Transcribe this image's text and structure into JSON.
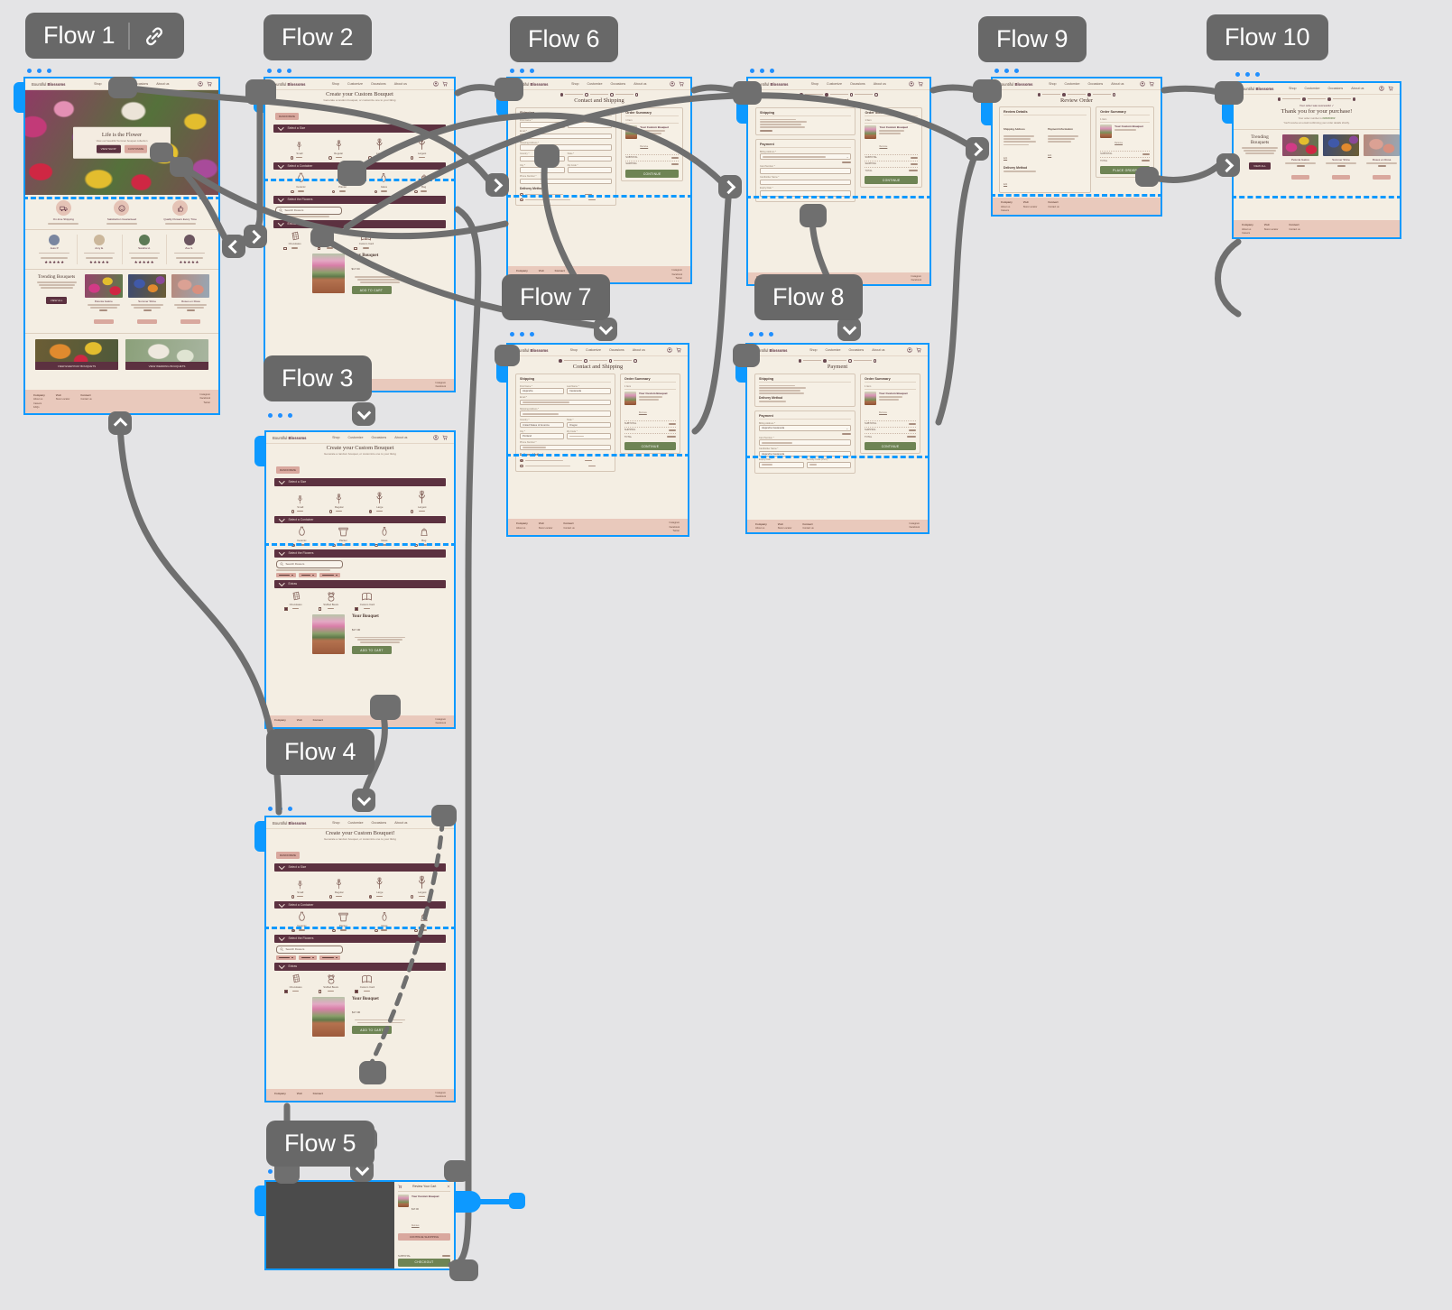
{
  "flows": {
    "f1": "Flow 1",
    "f2": "Flow 2",
    "f3": "Flow 3",
    "f4": "Flow 4",
    "f5": "Flow 5",
    "f6": "Flow 6",
    "f7": "Flow 7",
    "f8": "Flow 8",
    "f9": "Flow 9",
    "f10": "Flow 10"
  },
  "site": {
    "brand_first": "Bountiful",
    "brand_second": "Blossoms",
    "nav_shop": "Shop",
    "nav_customize": "Customize",
    "nav_occasions": "Occasions",
    "nav_about": "About us"
  },
  "footer": {
    "company": "Company",
    "about": "About us",
    "careers": "Careers",
    "faqs": "FAQs",
    "visit": "Visit",
    "store_locator": "Store Locator",
    "connect": "Connect",
    "contact": "Contact us",
    "instagram": "Instagram",
    "facebook": "Facebook",
    "twitter": "Twitter"
  },
  "home": {
    "hero_title": "Life is the Flower",
    "hero_sub": "View our beautiful Summer bouquet collection",
    "view_shop": "VIEW SHOP",
    "customize_btn": "CUSTOMIZE",
    "feature1": "On-time Shipping",
    "feature2": "Satisfaction Guaranteed",
    "feature3": "Quality Flowers Every Time",
    "reviewer1": "Jess P.",
    "reviewer2": "Amy E.",
    "reviewer3": "Sandra H.",
    "reviewer4": "Zoe S.",
    "stars": "★★★★★",
    "trending_title": "Trending Bouquets",
    "trending_sub": "Shop our best-selling most in-fashion bouquets of the Season",
    "view_all": "VIEW ALL",
    "product1": "Petunia Galore",
    "product2": "Summer Shine",
    "product3": "Roses en Rosa",
    "cta1": "VIEW EVERYDAY BOUQUETS",
    "cta2": "VIEW WEDDING BOUQUETS"
  },
  "customize": {
    "title": "Create your Custom Bouquet",
    "title_alt": "Create your Custom Bouquet!",
    "subtitle": "Generate a random bouquet, or customize one to your liking",
    "randomize": "RANDOMIZE",
    "section_size": "Select a Size",
    "section_container": "Select a Container",
    "section_flowers": "Select the Flowers",
    "section_extras": "Extras",
    "size1": "Small",
    "size2": "Regular",
    "size3": "Large",
    "size4": "Largest",
    "container1": "Ceramic",
    "container2": "Planter",
    "container3": "Glass",
    "container4": "Bag",
    "search_placeholder": "Search Flowers",
    "extra1": "Chocolates",
    "extra2": "Stuffed Bears",
    "extra3": "Custom Card",
    "your_bouquet": "Your Bouquet",
    "price": "$17.00",
    "add_to_cart": "ADD TO CART"
  },
  "checkout": {
    "shipping_title": "Contact and Shipping",
    "payment_title": "Payment",
    "review_title": "Review Order",
    "shipping_card": "Shipping",
    "payment_card": "Payment",
    "review_card": "Review Details",
    "order_summary": "Order Summary",
    "one_item": "1 Item",
    "product": "Your Custom Bouquet",
    "remove": "Remove",
    "continue_btn": "CONTINUE",
    "place_order": "PLACE ORDER",
    "delivery_method": "Delivery Method",
    "first_name": "First Name *",
    "last_name": "Last Name *",
    "email": "Email *",
    "address": "Shipping Address *",
    "country": "Country *",
    "state": "State *",
    "city": "City *",
    "zip": "Zip Code *",
    "phone": "Phone Number *",
    "billing": "Billing Address *",
    "card_number": "Card Number *",
    "cardholder": "Cardholder Name *",
    "expiry": "Expiry Date *",
    "cvc": "Security Code (CVC) *",
    "ship_addr": "Shipping Address",
    "pay_info": "Payment Information",
    "edit": "Edit",
    "subtotal": "SUBTOTAL",
    "shipping_row": "SHIPPING",
    "total": "TOTAL",
    "v_first": "Alejandra",
    "v_last": "Castaneda",
    "v_cardholder": "Alejandra Castaneda",
    "v_country": "United States of America",
    "v_state": "Oregon",
    "v_city": "Portland"
  },
  "thanks": {
    "success": "Your order was successful ✓",
    "title": "Thank you for your purchase!",
    "order_prefix": "Your order number is",
    "order_number": "#########",
    "note": "You'll receive an email confirming your order details shortly."
  },
  "cart": {
    "title": "Review Your Cart",
    "product": "Your Custom Bouquet",
    "price": "$17.00",
    "remove": "Remove",
    "continue_shopping": "CONTINUE SHOPPING",
    "subtotal": "SUBTOTAL",
    "checkout": "CHECKOUT"
  }
}
